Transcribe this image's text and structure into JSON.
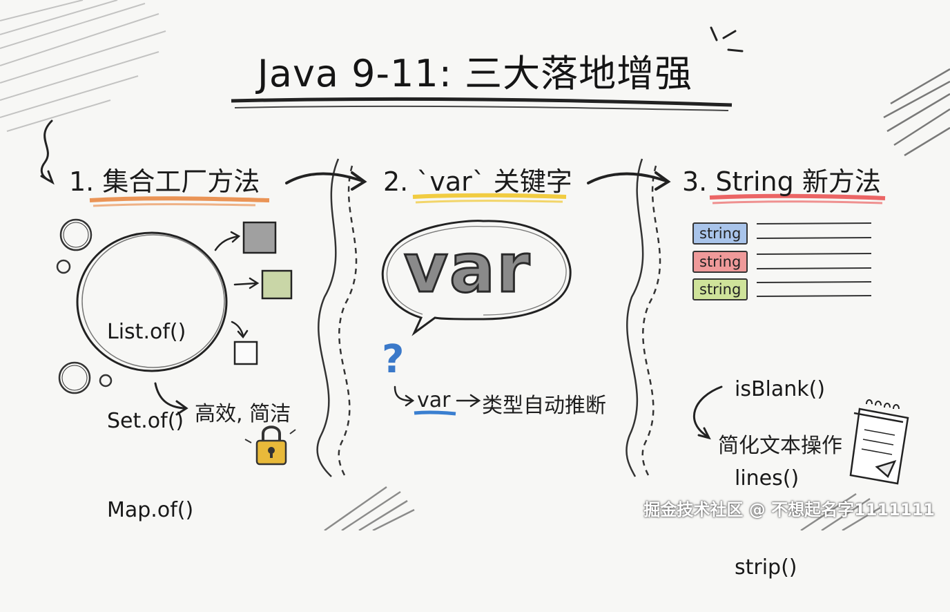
{
  "title": "Java 9-11: 三大落地增强",
  "sections": [
    {
      "heading": "1. 集合工厂方法",
      "code_lines": [
        "List.of()",
        "Set.of()",
        "Map.of()"
      ],
      "note": "高效, 简洁",
      "underline_color": "#e8823a",
      "icons": [
        "lock-icon"
      ]
    },
    {
      "heading": "2. `var` 关键字",
      "bubble_text": "var",
      "flow_from": "var",
      "flow_to": "类型自动推断",
      "underline_color": "#f0c62e",
      "icons": [
        "question-mark-icon",
        "speech-bubble-icon"
      ]
    },
    {
      "heading": "3. String 新方法",
      "tags": [
        {
          "label": "string",
          "color": "#a9c4ea"
        },
        {
          "label": "string",
          "color": "#ef9a9a"
        },
        {
          "label": "string",
          "color": "#cfe39a"
        }
      ],
      "code_lines": [
        "isBlank()",
        "lines()",
        "strip()"
      ],
      "note": "简化文本操作",
      "underline_color": "#e94b4b",
      "icons": [
        "notepad-icon"
      ]
    }
  ],
  "colors": {
    "box_dark": "#5a5a5a",
    "box_green": "#c9d6a7",
    "var_underline": "#3a7fd0",
    "lock_body": "#e8b93a"
  },
  "watermark": "掘金技术社区 @ 不想起名字1111111"
}
